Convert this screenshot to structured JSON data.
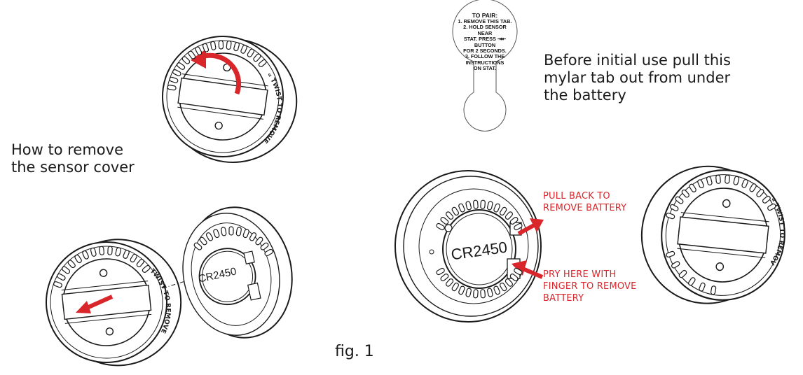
{
  "labels": {
    "remove_cover_line1": "How to remove",
    "remove_cover_line2": "the sensor cover",
    "mylar_line1": "Before initial use pull this",
    "mylar_line2": "mylar tab out from under",
    "mylar_line3": "the battery",
    "pull_back_line1": "PULL BACK TO",
    "pull_back_line2": "REMOVE BATTERY",
    "pry_line1": "PRY HERE WITH",
    "pry_line2": "FINGER TO REMOVE",
    "pry_line3": "BATTERY",
    "figure_caption": "fig. 1"
  },
  "tab": {
    "heading": "TO PAIR:",
    "line1": "1. REMOVE THIS TAB.",
    "line2": "2. HOLD SENSOR NEAR",
    "line3": "STAT. PRESS ⇥⇤ BUTTON",
    "line4": "FOR 2 SECONDS.",
    "line5": "3. FOLLOW THE",
    "line6": "INSTRUCTIONS",
    "line7": "ON STAT."
  },
  "cover_text": "« TWIST TO REMOVE",
  "battery_label": "CR2450",
  "colors": {
    "arrow": "#d9262b",
    "line": "#1a1a1a",
    "callout_text": "#d9262b"
  }
}
